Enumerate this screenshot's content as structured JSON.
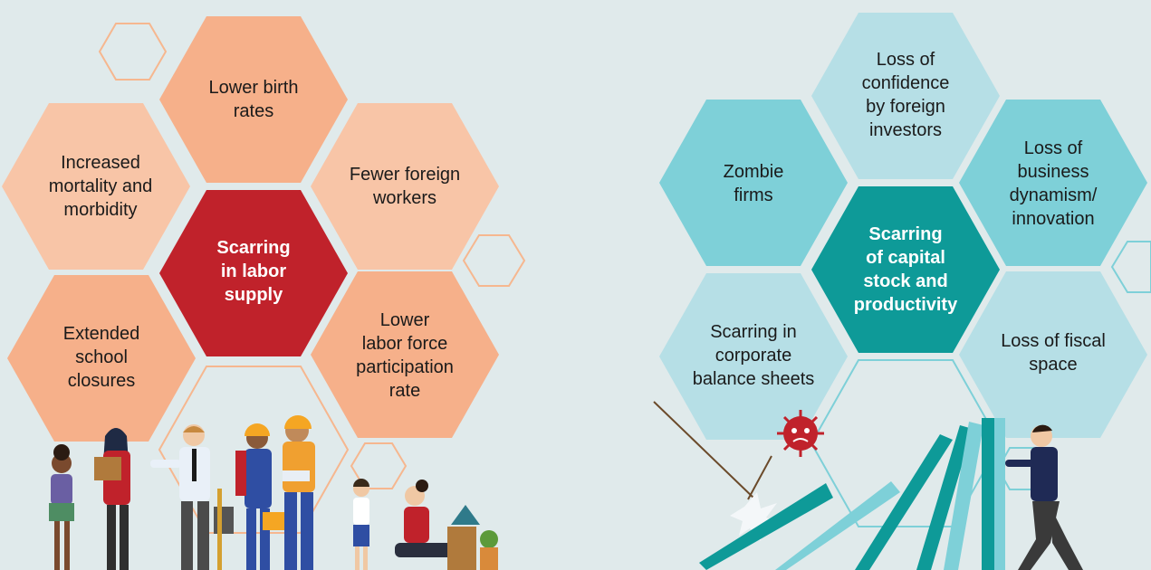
{
  "labor": {
    "center": "Scarring\nin labor\nsupply",
    "top": "Lower birth\nrates",
    "upper_left": "Increased\nmortality and\nmorbidity",
    "upper_right": "Fewer foreign\nworkers",
    "lower_left": "Extended\nschool\nclosures",
    "lower_right": "Lower\nlabor force\nparticipation\nrate"
  },
  "capital": {
    "center": "Scarring\nof capital\nstock and\nproductivity",
    "top": "Loss of\nconfidence\nby foreign\ninvestors",
    "upper_left": "Zombie\nfirms",
    "upper_right": "Loss of\nbusiness\ndynamism/\ninnovation",
    "lower_left": "Scarring in\ncorporate\nbalance sheets",
    "lower_right": "Loss of fiscal\nspace"
  },
  "colors": {
    "background": "#e0eaeb",
    "labor_center": "#c0222b",
    "labor_light": "#f8c5a7",
    "labor_medium": "#f6b08a",
    "capital_center": "#0e9a98",
    "capital_medium": "#7ed0d8",
    "capital_light": "#b6dfe6"
  }
}
